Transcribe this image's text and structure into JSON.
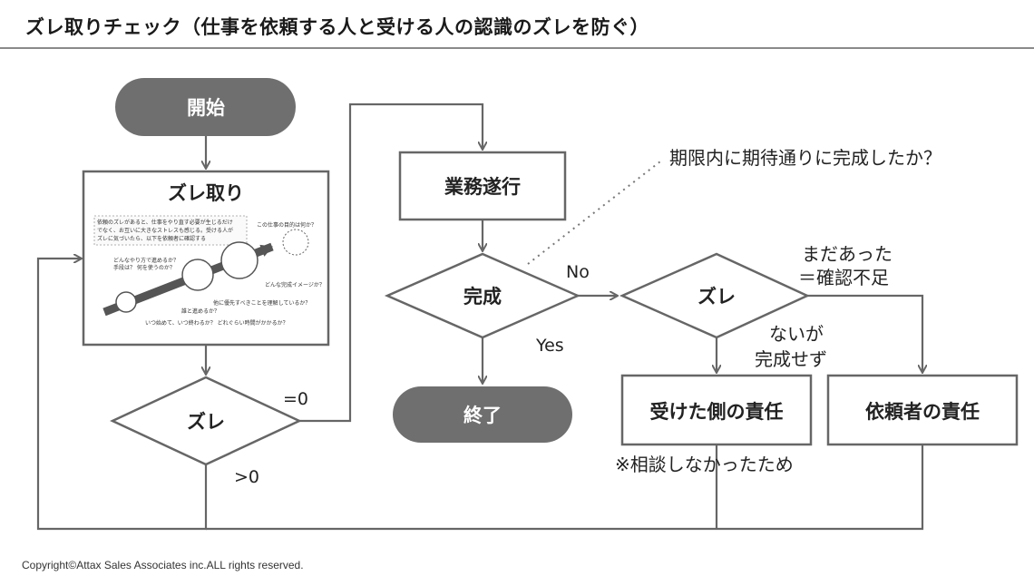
{
  "title": "ズレ取りチェック（仕事を依頼する人と受ける人の認識のズレを防ぐ）",
  "nodes": {
    "start": "開始",
    "zure_tori": "ズレ取り",
    "decision_zure_1": "ズレ",
    "task_execution": "業務遂行",
    "decision_complete": "完成",
    "end": "終了",
    "decision_zure_2": "ズレ",
    "receiver_responsibility": "受けた側の責任",
    "requester_responsibility": "依頼者の責任"
  },
  "thumbnail": {
    "box_text_line1": "依頼のズレがあると、仕事をやり直す必要が生じるだけ",
    "box_text_line2": "でなく、お互いに大きなストレスも感じる。受ける人が",
    "box_text_line3": "ズレに気づいたら、以下を依頼者に確認する",
    "q_purpose": "この仕事の目的は何か？",
    "q_image": "どんな完成イメージか？",
    "q_method_line1": "どんなやり方で進めるか？",
    "q_method_line2": "手段は？ 何を使うのか？",
    "q_priority": "他に優先すべきことを理解しているか？",
    "q_who": "誰と進めるか？",
    "q_when": "いつ始めて、いつ終わるか？ どれぐらい時間がかかるか？"
  },
  "edge_labels": {
    "eq_zero": "=0",
    "gt_zero": ">0",
    "no": "No",
    "yes": "Yes",
    "still_line1": "まだあった",
    "still_line2": "＝確認不足",
    "none_line1": "ないが",
    "none_line2": "完成せず"
  },
  "notes": {
    "deadline_check": "期限内に期待通りに完成したか？",
    "consult_reason": "※相談しなかったため"
  },
  "footer": "Copyright©Attax Sales Associates inc.ALL rights reserved.",
  "colors": {
    "pill_fill": "#6f6f6f",
    "line": "#666666",
    "box_border": "#666666"
  }
}
